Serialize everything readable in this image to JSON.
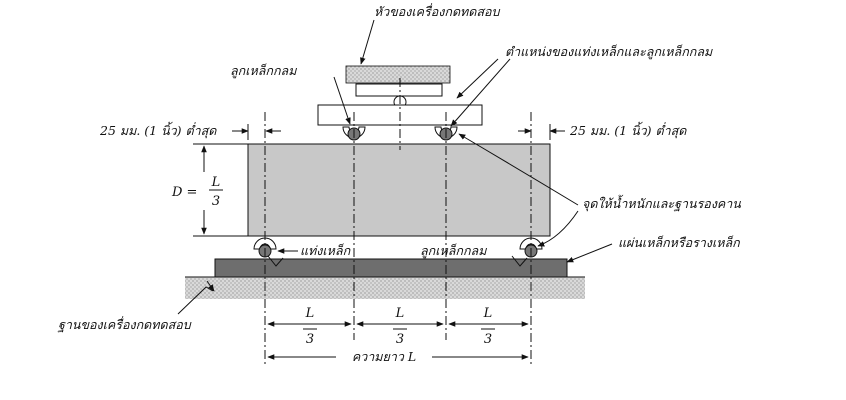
{
  "labels": {
    "machine_head": "หัวของเครื่องกดทดสอบ",
    "bar_ball_position": "ตำแหน่งของแท่งเหล็กและลูกเหล็กกลม",
    "steel_ball_top": "ลูกเหล็กกลม",
    "min_clear_left": "25 มม. (1 นิ้ว) ต่ำสุด",
    "min_clear_right": "25 มม. (1 นิ้ว) ต่ำสุด",
    "depth_lhs": "D =",
    "load_support_points": "จุดให้น้ำหนักและฐานรองคาน",
    "steel_plate": "แผ่นเหล็กหรือรางเหล็ก",
    "steel_bar": "แท่งเหล็ก",
    "steel_ball_bottom": "ลูกเหล็กกลม",
    "machine_base": "ฐานของเครื่องกดทดสอบ",
    "span_length": "ความยาว L"
  },
  "fraction": {
    "numerator": "L",
    "denominator": "3"
  },
  "colors": {
    "beam": "#c8c8c8",
    "plate": "#6e6e6e",
    "ground": "#d2d2d2",
    "hatch": "#999999",
    "line": "#111111"
  }
}
